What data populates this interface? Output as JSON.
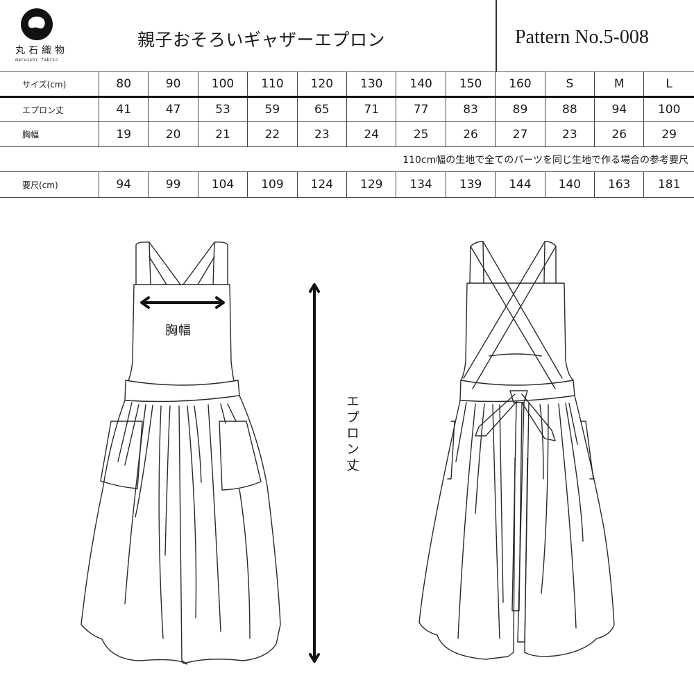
{
  "brand": {
    "name_jp": "丸石織物",
    "name_en": "maruishi fabric",
    "logo_icon": "ring-logo-icon"
  },
  "header": {
    "title": "親子おそろいギャザーエプロン",
    "pattern_number": "Pattern No.5-008"
  },
  "size_table": {
    "header_label": "サイズ(cm)",
    "sizes": [
      "80",
      "90",
      "100",
      "110",
      "120",
      "130",
      "140",
      "150",
      "160",
      "S",
      "M",
      "L"
    ],
    "rows": [
      {
        "label": "エプロン丈",
        "values": [
          "41",
          "47",
          "53",
          "59",
          "65",
          "71",
          "77",
          "83",
          "89",
          "88",
          "94",
          "100"
        ]
      },
      {
        "label": "胸幅",
        "values": [
          "19",
          "20",
          "21",
          "22",
          "23",
          "24",
          "25",
          "26",
          "27",
          "23",
          "26",
          "29"
        ]
      }
    ],
    "fabric_note": "110cm幅の生地で全てのパーツを同じ生地で作る場合の参考要尺",
    "fabric_row": {
      "label": "要尺(cm)",
      "values": [
        "94",
        "99",
        "104",
        "109",
        "124",
        "129",
        "134",
        "139",
        "144",
        "140",
        "163",
        "181"
      ]
    }
  },
  "illustration": {
    "front_label_chest": "胸幅",
    "length_label": "エプロン丈",
    "views": [
      "front-view",
      "back-view"
    ],
    "line_color": "#2a2a2a"
  }
}
